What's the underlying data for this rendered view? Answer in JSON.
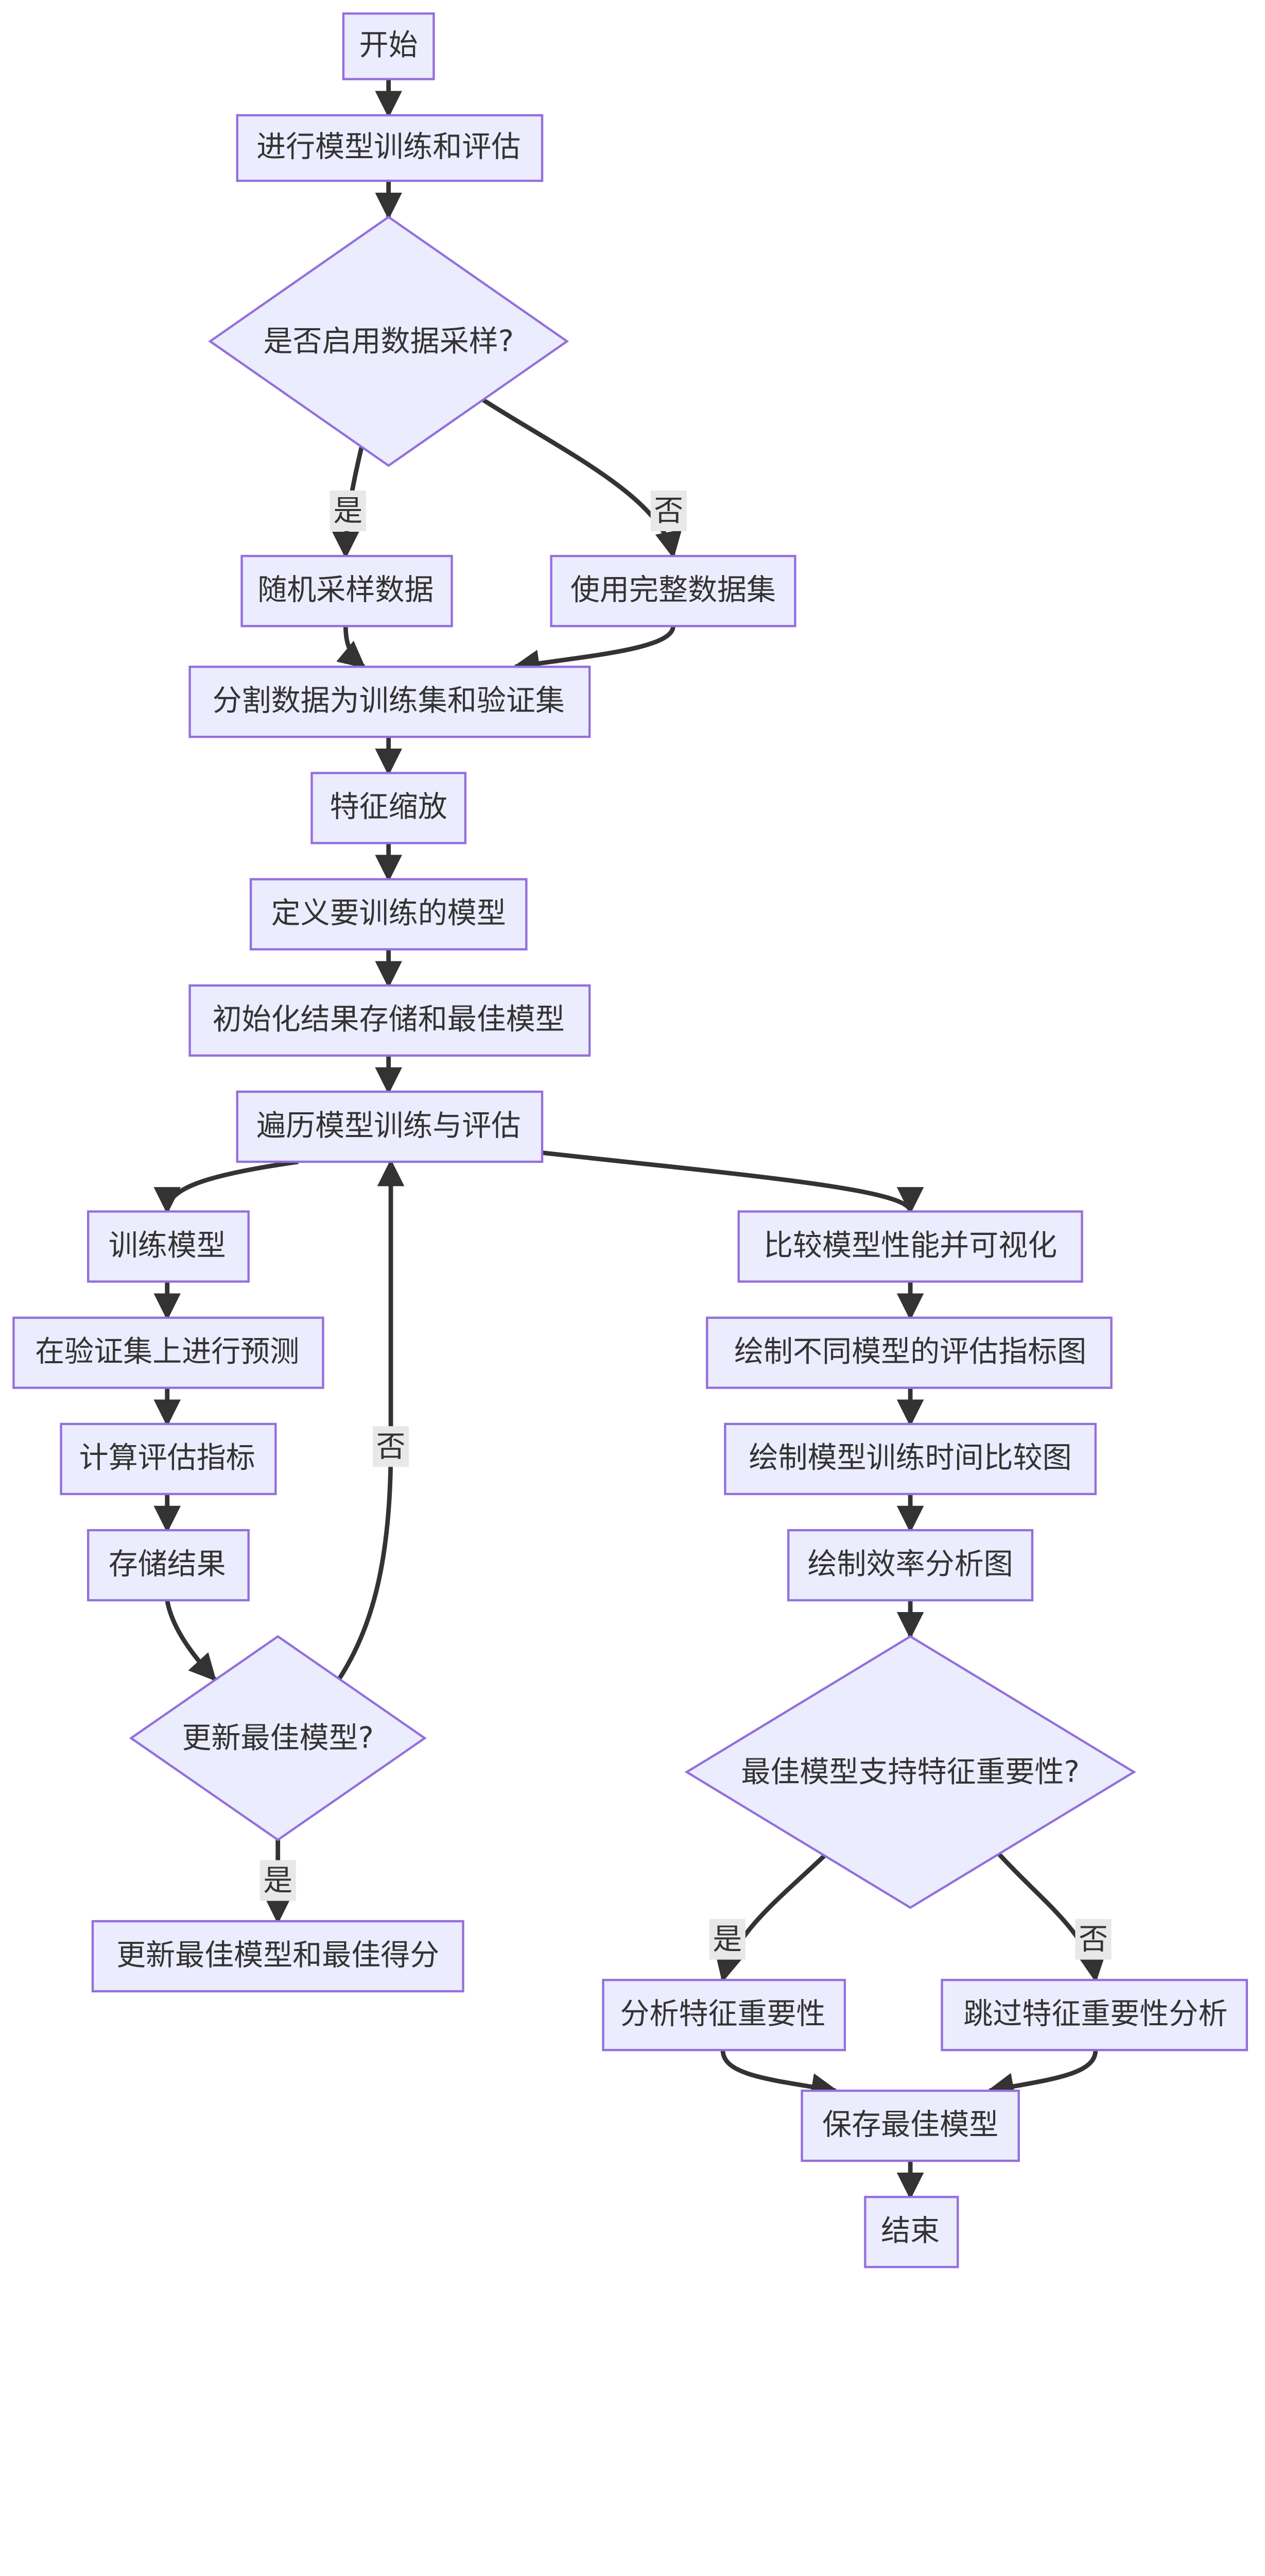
{
  "nodes": {
    "start": "开始",
    "train_eval": "进行模型训练和评估",
    "sampling_q": "是否启用数据采样?",
    "random_sample": "随机采样数据",
    "full_data": "使用完整数据集",
    "split": "分割数据为训练集和验证集",
    "scaling": "特征缩放",
    "define_models": "定义要训练的模型",
    "init_results": "初始化结果存储和最佳模型",
    "loop": "遍历模型训练与评估",
    "train_model": "训练模型",
    "predict": "在验证集上进行预测",
    "metrics": "计算评估指标",
    "store": "存储结果",
    "update_q": "更新最佳模型?",
    "update_best": "更新最佳模型和最佳得分",
    "compare": "比较模型性能并可视化",
    "plot_metrics": "绘制不同模型的评估指标图",
    "plot_time": "绘制模型训练时间比较图",
    "plot_eff": "绘制效率分析图",
    "fi_q": "最佳模型支持特征重要性?",
    "analyze_fi": "分析特征重要性",
    "skip_fi": "跳过特征重要性分析",
    "save": "保存最佳模型",
    "end": "结束"
  },
  "edge_labels": {
    "sampling_yes": "是",
    "sampling_no": "否",
    "update_no": "否",
    "update_yes": "是",
    "fi_yes": "是",
    "fi_no": "否"
  },
  "colors": {
    "node_fill": "#ECECFF",
    "node_stroke": "#9370DB",
    "edge": "#333333"
  }
}
